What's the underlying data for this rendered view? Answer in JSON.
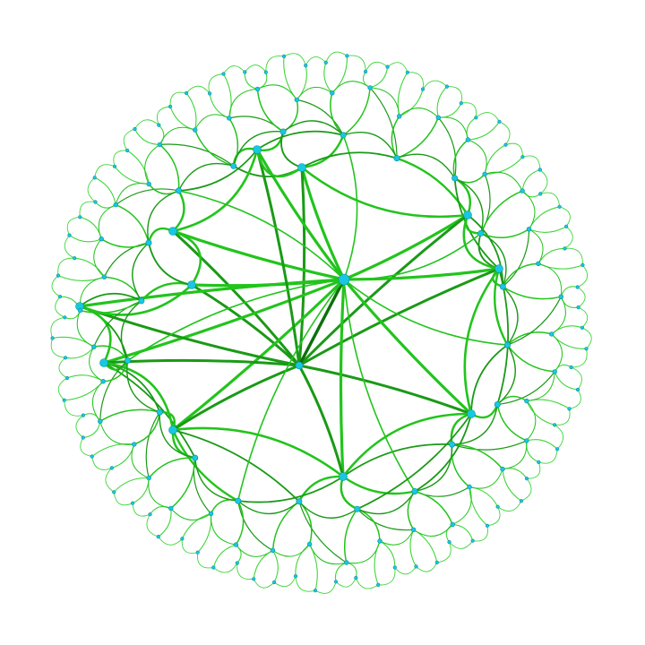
{
  "diagram": {
    "kind": "radial-network",
    "colors": {
      "background": "#ffffff",
      "edge_primary": "#22c41c",
      "edge_secondary": "#1a9a16",
      "edge_dark": "#0e6f0c",
      "edge_light": "#3fd63a",
      "node_fill": "#18c8e0",
      "node_stroke": "#0b8fa8"
    },
    "levels": [
      {
        "level": 0,
        "node_count": 2
      },
      {
        "level": 1,
        "node_count": 11
      },
      {
        "level": 2,
        "node_count": 20
      },
      {
        "level": 3,
        "node_count": 40
      },
      {
        "level": 4,
        "node_count": 80
      }
    ]
  }
}
